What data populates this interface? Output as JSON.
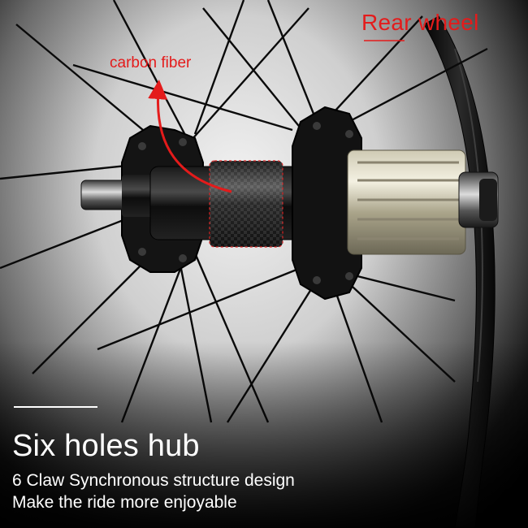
{
  "image": {
    "subject": "bicycle-rear-wheel-hub",
    "accent_color": "#e41b1b",
    "text_color": "#ffffff",
    "background_top": "#d9d9d9",
    "background_bottom": "#000000"
  },
  "labels": {
    "rear_wheel": "Rear wheel",
    "carbon_fiber": "carbon fiber"
  },
  "caption": {
    "headline": "Six holes hub",
    "line1": "6 Claw Synchronous structure design",
    "line2": "Make the ride more enjoyable"
  }
}
